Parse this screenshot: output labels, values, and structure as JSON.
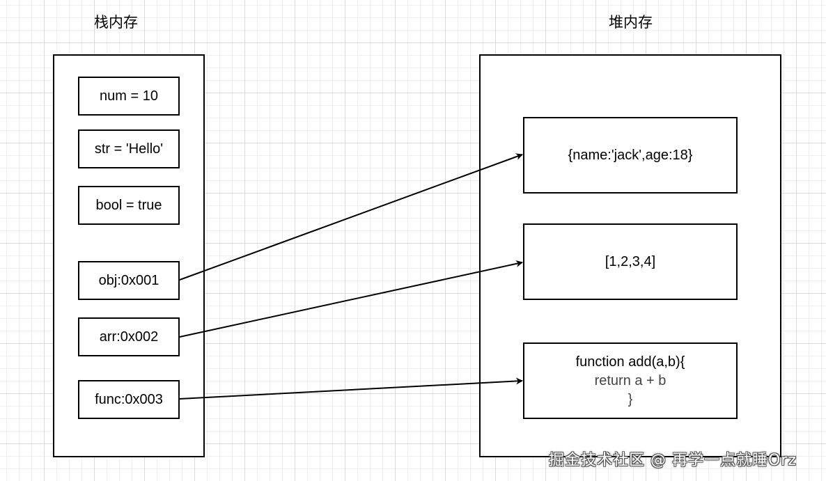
{
  "stack": {
    "title": "栈内存",
    "items": [
      {
        "label": "num = 10"
      },
      {
        "label": "str = 'Hello'"
      },
      {
        "label": "bool = true"
      },
      {
        "label": "obj:0x001"
      },
      {
        "label": "arr:0x002"
      },
      {
        "label": "func:0x003"
      }
    ]
  },
  "heap": {
    "title": "堆内存",
    "items": [
      {
        "label": "{name:'jack',age:18}"
      },
      {
        "label": "[1,2,3,4]"
      },
      {
        "label_lines": [
          "function add(a,b){",
          "return a + b",
          "}"
        ]
      }
    ]
  },
  "references": [
    {
      "from": "obj:0x001",
      "to": "{name:'jack',age:18}"
    },
    {
      "from": "arr:0x002",
      "to": "[1,2,3,4]"
    },
    {
      "from": "func:0x003",
      "to": "function add(a,b){"
    }
  ],
  "watermark": "掘金技术社区 @ 再学一点就睡Orz"
}
